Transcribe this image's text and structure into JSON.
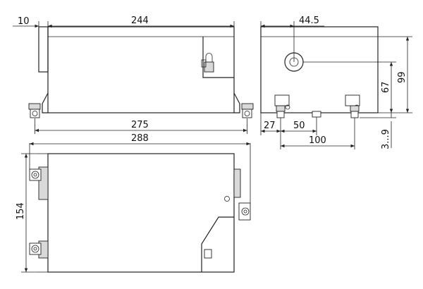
{
  "dimensions": {
    "front": {
      "flange": "10",
      "body_length": "244",
      "foot_span": "275"
    },
    "side": {
      "hole_offset": "44.5",
      "height": "99",
      "hole_height": "67",
      "foot_offset": "27",
      "center_offset": "50",
      "foot_spacing": "100",
      "clearance": "3...9"
    },
    "top": {
      "overall_length": "288",
      "width": "154"
    }
  },
  "icons": {
    "padlock": "padlock-icon"
  }
}
